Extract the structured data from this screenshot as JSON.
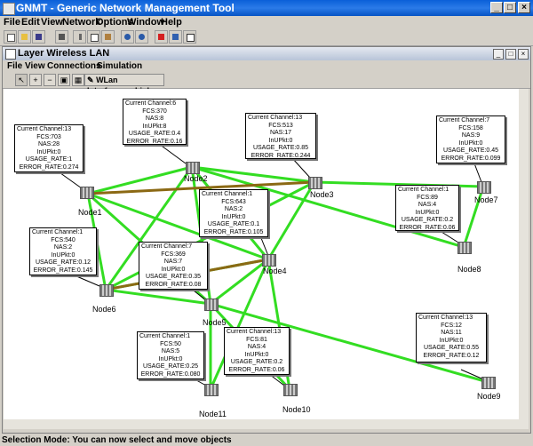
{
  "window": {
    "title": "GNMT - Generic Network Management Tool"
  },
  "menubar": [
    "File",
    "Edit",
    "View",
    "Network",
    "Options",
    "Window",
    "Help"
  ],
  "toolbar_icons": [
    "new-icon",
    "open-icon",
    "save-icon",
    "print-icon",
    "cut-icon",
    "copy-icon",
    "paste-icon",
    "undo-icon",
    "redo-icon",
    "stop-icon",
    "export-icon",
    "document-icon"
  ],
  "inner_window": {
    "title": "Layer Wireless LAN",
    "menu": [
      "File",
      "View",
      "Connections",
      "Simulation"
    ],
    "tool_link_label": "WLan Interference Link"
  },
  "nodes": [
    {
      "id": "node1",
      "label": "Node1"
    },
    {
      "id": "node2",
      "label": "Node2"
    },
    {
      "id": "node3",
      "label": "Node3"
    },
    {
      "id": "node4",
      "label": "Node4"
    },
    {
      "id": "node5",
      "label": "Node5"
    },
    {
      "id": "node6",
      "label": "Node6"
    },
    {
      "id": "node7",
      "label": "Node7"
    },
    {
      "id": "node8",
      "label": "Node8"
    },
    {
      "id": "node9",
      "label": "Node9"
    },
    {
      "id": "node10",
      "label": "Node10"
    },
    {
      "id": "node11",
      "label": "Node11"
    }
  ],
  "info_boxes": {
    "node2": [
      "Current Channel:6",
      "FCS:370",
      "NAS:8",
      "InUPkt:8",
      "USAGE_RATE:0.4",
      "ERROR_RATE:0.16"
    ],
    "node1": [
      "Current Channel:13",
      "FCS:703",
      "NAS:28",
      "InUPkt:0",
      "USAGE_RATE:1",
      "ERROR_RATE:0.274"
    ],
    "node3": [
      "Current Channel:13",
      "FCS:513",
      "NAS:17",
      "InUPkt:0",
      "USAGE_RATE:0.85",
      "ERROR_RATE:0.244"
    ],
    "node7": [
      "Current Channel:7",
      "FCS:158",
      "NAS:9",
      "InUPkt:0",
      "USAGE_RATE:0.45",
      "ERROR_RATE:0.099"
    ],
    "node4": [
      "Current Channel:1",
      "FCS:643",
      "NAS:2",
      "InUPkt:0",
      "USAGE_RATE:0.1",
      "ERROR_RATE:0.105"
    ],
    "node8": [
      "Current Channel:1",
      "FCS:89",
      "NAS:4",
      "InUPkt:0",
      "USAGE_RATE:0.2",
      "ERROR_RATE:0.06"
    ],
    "node6": [
      "Current Channel:1",
      "FCS:540",
      "NAS:2",
      "InUPkt:0",
      "USAGE_RATE:0.12",
      "ERROR_RATE:0.145"
    ],
    "node5": [
      "Current Channel:7",
      "FCS:369",
      "NAS:7",
      "InUPkt:0",
      "USAGE_RATE:0.35",
      "ERROR_RATE:0.08"
    ],
    "node11": [
      "Current Channel:1",
      "FCS:50",
      "NAS:5",
      "InUPkt:0",
      "USAGE_RATE:0.25",
      "ERROR_RATE:0.080"
    ],
    "node10": [
      "Current Channel:13",
      "FCS:81",
      "NAS:4",
      "InUPkt:0",
      "USAGE_RATE:0.2",
      "ERROR_RATE:0.06"
    ],
    "node9": [
      "Current Channel:13",
      "FCS:12",
      "NAS:11",
      "InUPkt:0",
      "USAGE_RATE:0.55",
      "ERROR_RATE:0.12"
    ]
  },
  "colors": {
    "link": "#33dd22",
    "interference": "#8b6914",
    "titlebar": "#0a5fd8"
  },
  "status": {
    "text": "Selection Mode: You can now select and move objects"
  }
}
